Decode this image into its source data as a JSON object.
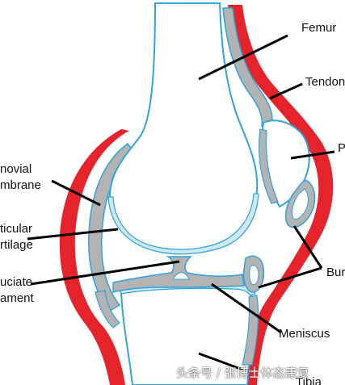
{
  "labels": {
    "femur": "Femur",
    "tendon": "Tendon",
    "patella": "P",
    "synovial_1": "novial",
    "synovial_2": "mbrane",
    "articular_1": "ticular",
    "articular_2": "rtilage",
    "cruciate_1": "uciate",
    "cruciate_2": "ament",
    "bursa": "Bur",
    "meniscus": "Meniscus",
    "tibia": "Tibia"
  },
  "watermarks": {
    "center": "头条号 / 张博士体态康复",
    "bottom": "头条号 / 张博士体态康复"
  },
  "colors": {
    "red": "#e4232b",
    "blue": "#2ea3dc",
    "gray": "#b3b3b3",
    "white": "#ffffff",
    "ink": "#111111"
  }
}
